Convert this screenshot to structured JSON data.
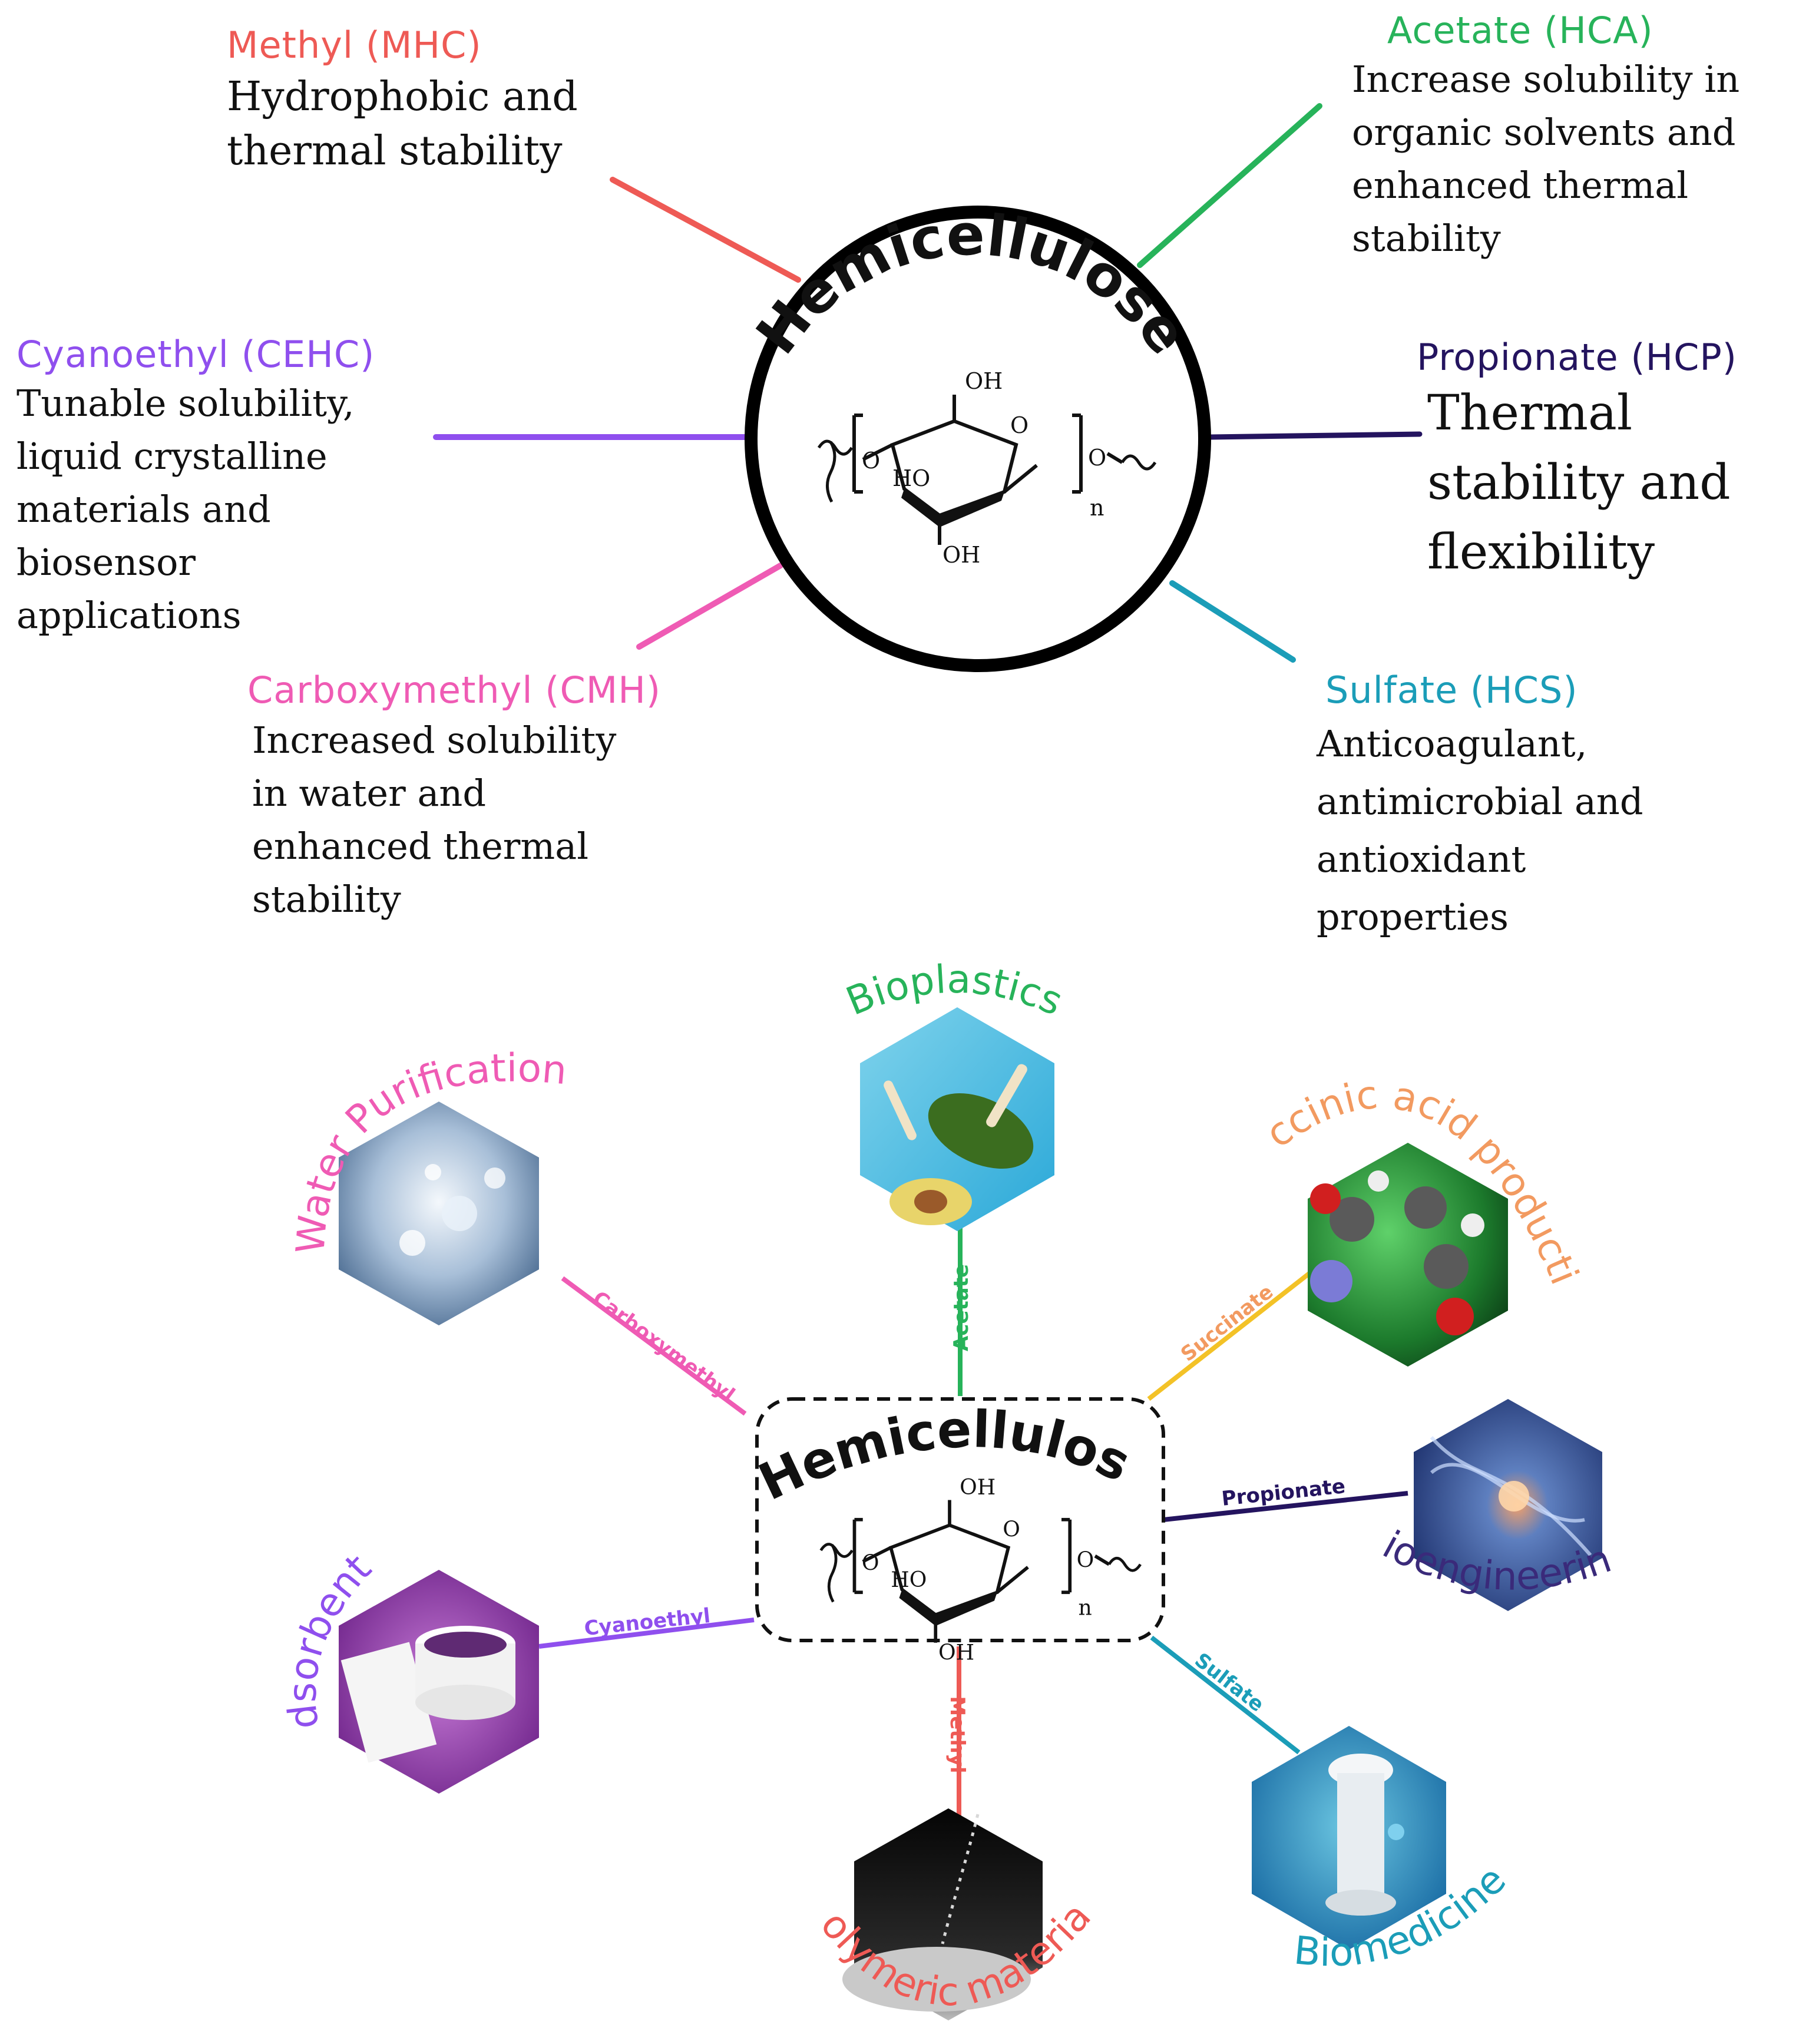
{
  "colors": {
    "methyl": "#ee5a55",
    "acetate": "#27b35a",
    "cyanoethyl": "#8f4fee",
    "propionate": "#24145f",
    "carboxymethyl": "#ef5bb4",
    "sulfate": "#1b9db8",
    "succinate": "#f3c227",
    "succinic_label": "#f29a60",
    "bioengineering_label": "#3a2a7a"
  },
  "top": {
    "center_title": "Hemicellulose",
    "structure": {
      "oh_top": "OH",
      "o_ring": "O",
      "o_left": "O",
      "ho": "HO",
      "oh_bottom": "OH",
      "o_right": "O",
      "n": "n"
    },
    "derivatives": {
      "methyl": {
        "name": "Methyl (MHC)",
        "desc": "Hydrophobic and\nthermal stability"
      },
      "acetate": {
        "name": "Acetate (HCA)",
        "desc": "Increase solubility in\norganic solvents and\nenhanced thermal\nstability"
      },
      "cyanoethyl": {
        "name": "Cyanoethyl (CEHC)",
        "desc": "Tunable solubility,\nliquid crystalline\nmaterials and\nbiosensor\napplications"
      },
      "propionate": {
        "name": "Propionate (HCP)",
        "desc": "Thermal\nstability and\nflexibility"
      },
      "carboxymethyl": {
        "name": "Carboxymethyl (CMH)",
        "desc": "Increased solubility\nin water and\nenhanced thermal\nstability"
      },
      "sulfate": {
        "name": "Sulfate (HCS)",
        "desc": "Anticoagulant,\nantimicrobial and\nantioxidant\nproperties"
      }
    }
  },
  "bottom": {
    "center_title": "Hemicellulose",
    "structure": {
      "oh_top": "OH",
      "o_ring": "O",
      "o_left": "O",
      "ho": "HO",
      "oh_bottom": "OH",
      "o_right": "O",
      "n": "n"
    },
    "applications": {
      "bioplastics": "Bioplastics",
      "water_purification": "Water Purification",
      "succinic_acid": "Succinic acid production",
      "bioengineering": "Bioengineering",
      "adsorbents": "Adsorbents",
      "polymeric": "Polymeric materials",
      "biomedicine": "Biomedicine"
    },
    "connectors": {
      "acetate": "Acetate",
      "carboxymethyl": "Carboxymethyl",
      "succinate": "Succinate",
      "propionate": "Propionate",
      "cyanoethyl": "Cyanoethyl",
      "methyl": "Methyl",
      "sulfate": "Sulfate"
    }
  }
}
